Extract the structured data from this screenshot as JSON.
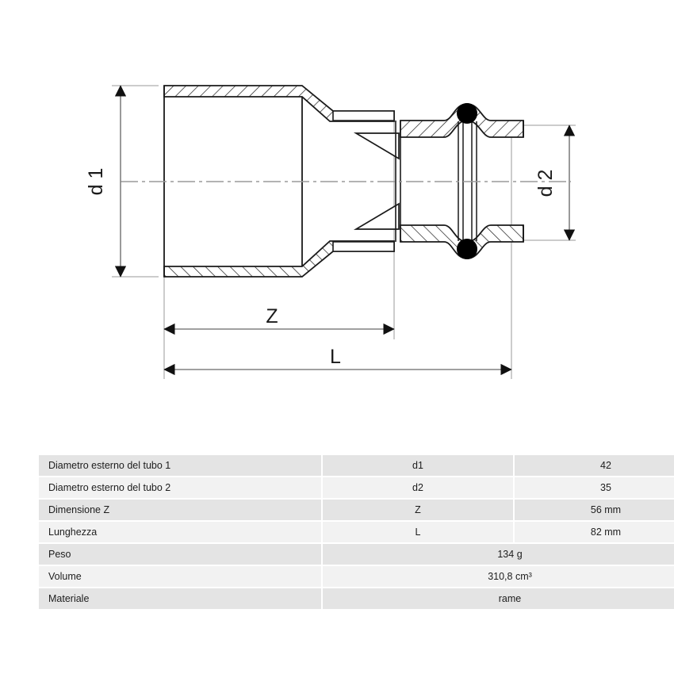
{
  "drawing": {
    "name": "press-fitting-reducer-cross-section",
    "labels": {
      "d1": "d 1",
      "d2": "d 2",
      "z": "Z",
      "l": "L"
    },
    "colors": {
      "outline": "#1a1a1a",
      "dimension_line": "#808080",
      "centerline": "#9a9a9a",
      "bead_fill": "#000000",
      "background": "#ffffff"
    }
  },
  "table": {
    "name": "technical-specifications",
    "rows": [
      {
        "label": "Diametro esterno del tubo 1",
        "symbol": "d1",
        "value": "42",
        "merged": false
      },
      {
        "label": "Diametro esterno del tubo 2",
        "symbol": "d2",
        "value": "35",
        "merged": false
      },
      {
        "label": "Dimensione Z",
        "symbol": "Z",
        "value": "56 mm",
        "merged": false
      },
      {
        "label": "Lunghezza",
        "symbol": "L",
        "value": "82 mm",
        "merged": false
      },
      {
        "label": "Peso",
        "symbol": "",
        "value": "134 g",
        "merged": true
      },
      {
        "label": "Volume",
        "symbol": "",
        "value": "310,8 cm³",
        "merged": true
      },
      {
        "label": "Materiale",
        "symbol": "",
        "value": "rame",
        "merged": true
      }
    ]
  }
}
